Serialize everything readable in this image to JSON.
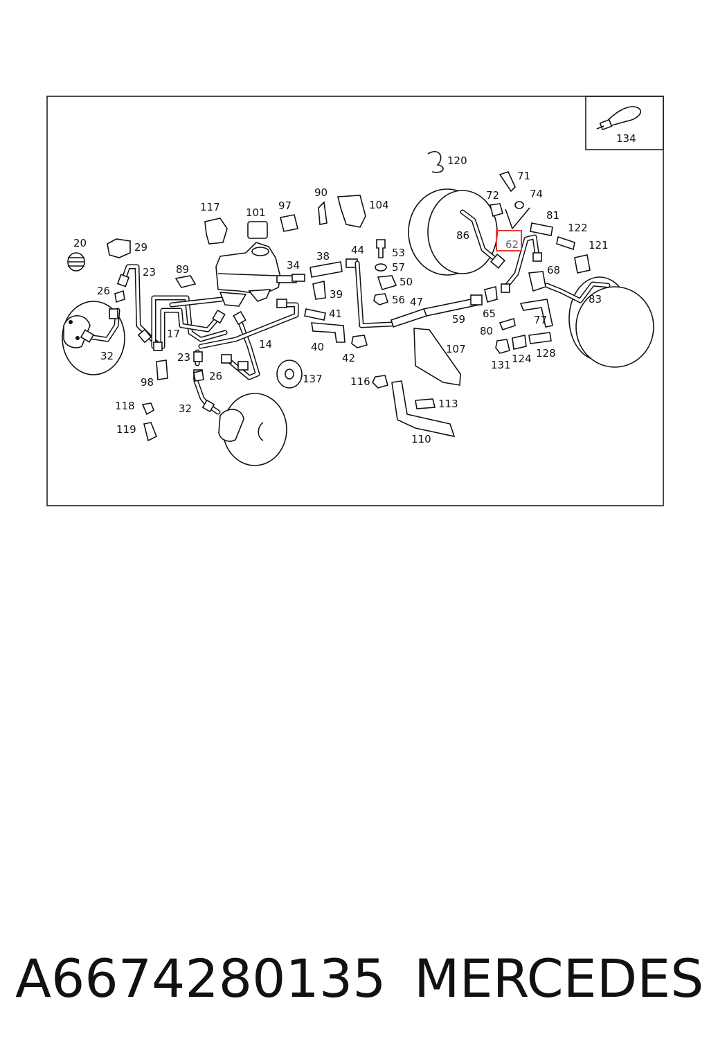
{
  "diagram": {
    "inset_label": "134",
    "highlight_label": "62",
    "labels": {
      "l20": "20",
      "l29": "29",
      "l23a": "23",
      "l26a": "26",
      "l32a": "32",
      "l89": "89",
      "l17": "17",
      "l14": "14",
      "l23b": "23",
      "l26b": "26",
      "l98": "98",
      "l32b": "32",
      "l118": "118",
      "l119": "119",
      "l117": "117",
      "l101": "101",
      "l97": "97",
      "l90": "90",
      "l104": "104",
      "l34": "34",
      "l38": "38",
      "l44": "44",
      "l53": "53",
      "l57": "57",
      "l50": "50",
      "l56": "56",
      "l47": "47",
      "l39": "39",
      "l41": "41",
      "l40": "40",
      "l42": "42",
      "l137": "137",
      "l116": "116",
      "l59": "59",
      "l107": "107",
      "l113": "113",
      "l110": "110",
      "l120": "120",
      "l71": "71",
      "l72": "72",
      "l74": "74",
      "l81": "81",
      "l122": "122",
      "l121": "121",
      "l86": "86",
      "l68": "68",
      "l83": "83",
      "l65": "65",
      "l77": "77",
      "l80": "80",
      "l131": "131",
      "l124": "124",
      "l128": "128"
    }
  },
  "caption": {
    "part_number": "A6674280135",
    "brand": "MERCEDES"
  },
  "colors": {
    "highlight": "#e53935",
    "highlight_text": "#666666",
    "ink": "#111111"
  }
}
